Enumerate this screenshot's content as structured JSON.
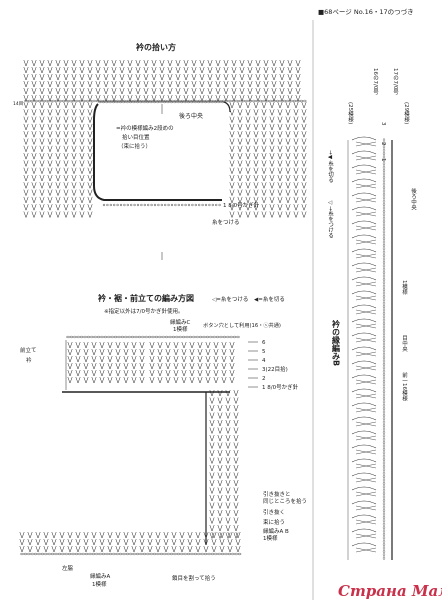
{
  "header": {
    "page_ref": "■68ページ No.16・17のつづき"
  },
  "collar_section": {
    "title": "衿の拾い方",
    "back_center": "後ろ中央",
    "note_line1": "=衿の模様編み2段めの",
    "note_line2": "拾い目位置",
    "note_line3": "（束に拾う）",
    "hook": "1 8/0号かぎ針",
    "attach": "糸をつける",
    "row_mark": "14目"
  },
  "front_section": {
    "title": "衿・裾・前立ての編み方図",
    "legend_attach": "◁=糸をつける",
    "legend_cut": "◀=糸を切る",
    "note": "※指定以外は7/0号かぎ針使用。",
    "pattern_c": "縁編みC",
    "pattern_c_repeat": "1模様",
    "button_note": "ボタン穴として利用(16・ⓢ共通)",
    "row_labels": [
      "6",
      "5",
      "4",
      "3(22目拾)",
      "2",
      "1 8/0号かぎ針"
    ],
    "side_label_vertical": "前立て",
    "side_label_vertical2": "衿",
    "pull_note_1": "引き抜きと",
    "pull_note_2": "同じところを拾う",
    "pull_note_3": "引き抜く",
    "pull_note_4": "束に拾う",
    "pattern_ab": "縁編みA B",
    "pattern_ab_repeat": "1模様",
    "left_side": "左脇",
    "pattern_a": "縁編みA",
    "pattern_a_repeat": "1模様",
    "hem_note": "鎖目を割って拾う"
  },
  "right_section": {
    "title": "衿の縁編みB",
    "count_top": "(25模様)",
    "count_top2": "(29模様)",
    "label_16": "16の7/0号",
    "label_17": "17の7/0号",
    "mark_3": "3",
    "mark_2": "2",
    "mark_1": "1",
    "back_center": "後ろ中央",
    "attach_arrow": "◁→糸をつける",
    "cut_arrow": "→◀糸を切る",
    "repeat_1": "1模様",
    "left_mark": "目中央",
    "count_bottom": "前一16模様"
  },
  "watermark": {
    "text": "Страна Мам"
  },
  "colors": {
    "ink": "#222222",
    "watermark": "#c9304a",
    "bg": "#ffffff"
  }
}
